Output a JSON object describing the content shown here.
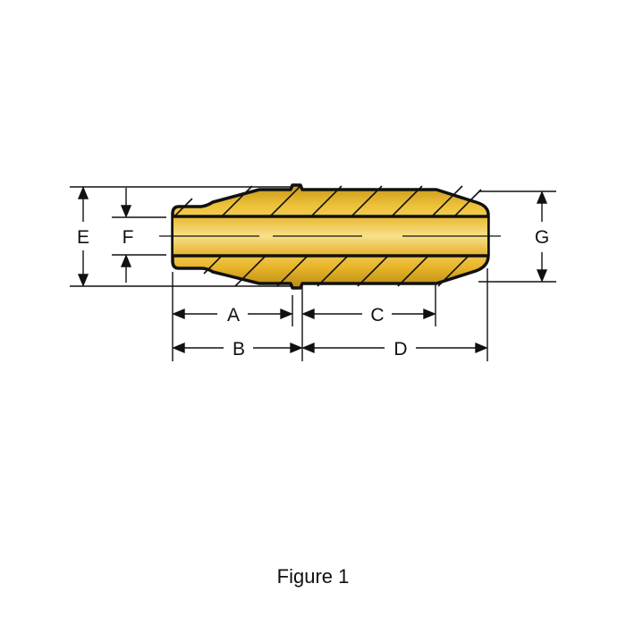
{
  "figure": {
    "caption": "Figure 1",
    "subject": "brass valve guide / bushing cross-section",
    "colors": {
      "body_fill": "#e8b92a",
      "body_highlight": "#f6dc7a",
      "body_shadow": "#b88a12",
      "outline": "#111111",
      "dimension_lines": "#111111"
    }
  },
  "dimensions": {
    "A": "A",
    "B": "B",
    "C": "C",
    "D": "D",
    "E": "E",
    "F": "F",
    "G": "G"
  }
}
